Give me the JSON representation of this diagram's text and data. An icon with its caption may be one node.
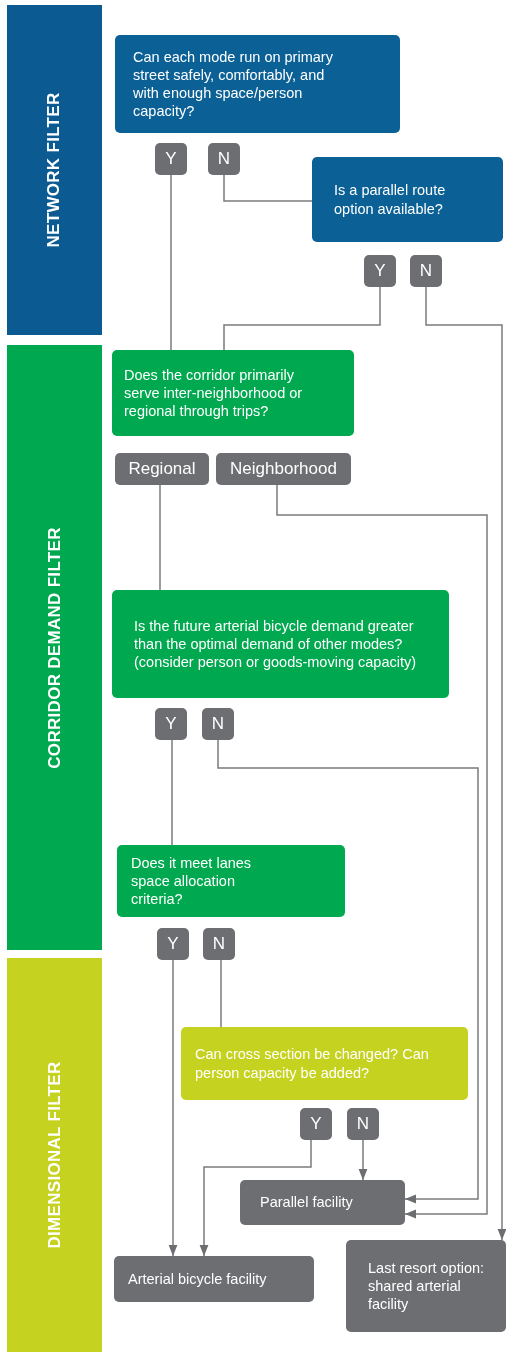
{
  "diagram": {
    "nodes": [
      {
        "text": [
          "NETWORK FILTER"
        ]
      },
      {
        "text": [
          "CORRIDOR DEMAND FILTER"
        ]
      },
      {
        "text": [
          "DIMENSIONAL FILTER"
        ]
      },
      {
        "text": [
          "Can each mode run on primary street safely, comfortably, and with enough space/person capacity?"
        ]
      },
      {
        "text": [
          "Y"
        ]
      },
      {
        "text": [
          "N"
        ]
      },
      {
        "text": [
          "Is a parallel route option available?"
        ]
      },
      {
        "text": [
          "Y"
        ]
      },
      {
        "text": [
          "N"
        ]
      },
      {
        "text": [
          "Does the corridor primarily serve inter-neighborhood or regional through trips?"
        ]
      },
      {
        "text": [
          "Regional"
        ]
      },
      {
        "text": [
          "Neighborhood"
        ]
      },
      {
        "text": [
          "Is the future arterial bicycle demand greater than the optimal demand of other modes? (consider person or goods-moving capacity)"
        ]
      },
      {
        "text": [
          "Y"
        ]
      },
      {
        "text": [
          "N"
        ]
      },
      {
        "text": [
          "Does it meet lanes space allocation criteria?"
        ]
      },
      {
        "text": [
          "Y"
        ]
      },
      {
        "text": [
          "N"
        ]
      },
      {
        "text": [
          "Can cross section be changed? Can person capacity be added?"
        ]
      },
      {
        "text": [
          "Y"
        ]
      },
      {
        "text": [
          "N"
        ]
      },
      {
        "text": [
          "Parallel facility"
        ]
      },
      {
        "text": [
          "Arterial bicycle facility"
        ]
      },
      {
        "text": [
          "Last resort option: shared arterial facility"
        ]
      }
    ],
    "edges": [
      {
        "from": 4,
        "to": 9,
        "arrow": "none"
      },
      {
        "from": 5,
        "to": 6,
        "arrow": "none"
      },
      {
        "from": 7,
        "to": 9,
        "arrow": "none"
      },
      {
        "from": 8,
        "to": 23,
        "arrow": "to"
      },
      {
        "from": 10,
        "to": 12,
        "arrow": "none"
      },
      {
        "from": 11,
        "to": 21,
        "arrow": "to"
      },
      {
        "from": 13,
        "to": 15,
        "arrow": "none"
      },
      {
        "from": 14,
        "to": 21,
        "arrow": "to"
      },
      {
        "from": 16,
        "to": 22,
        "arrow": "to"
      },
      {
        "from": 17,
        "to": 18,
        "arrow": "none"
      },
      {
        "from": 19,
        "to": 22,
        "arrow": "to"
      },
      {
        "from": 20,
        "to": 21,
        "arrow": "to"
      }
    ]
  }
}
